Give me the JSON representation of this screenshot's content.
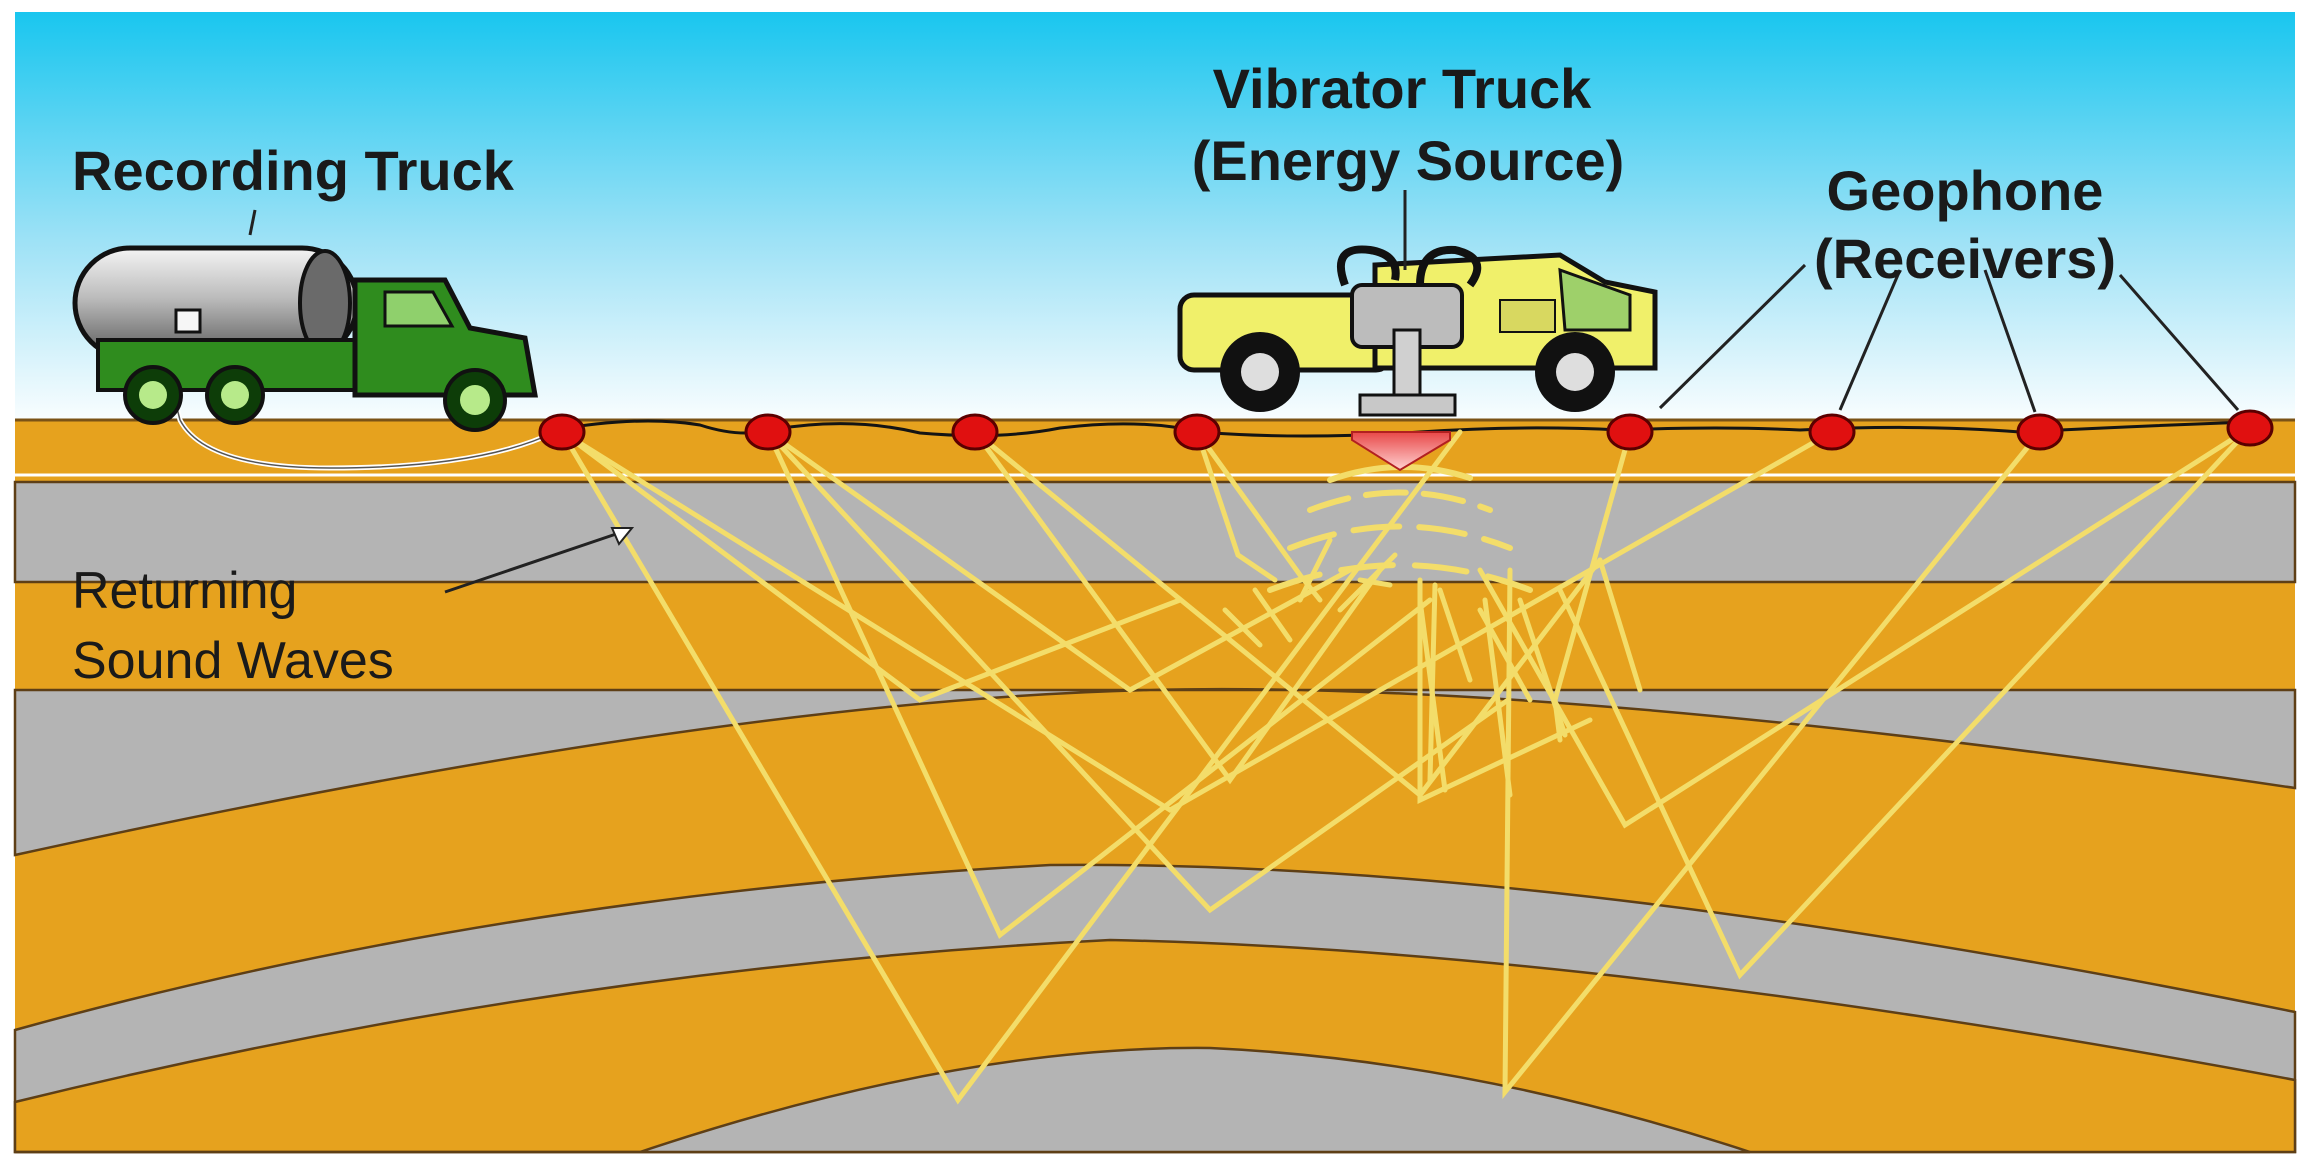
{
  "labels": {
    "recording_truck": "Recording Truck",
    "vibrator_truck_line1": "Vibrator Truck",
    "vibrator_truck_line2": "(Energy Source)",
    "geophone_line1": "Geophone",
    "geophone_line2": "(Receivers)",
    "returning_line1": "Returning",
    "returning_line2": "Sound Waves"
  },
  "colors": {
    "sky_top": "#19c6ef",
    "sky_bottom": "#ffffff",
    "orange_layer": "#e6a21e",
    "gray_layer": "#b4b4b4",
    "ray": "#f3dd6a",
    "geophone": "#e01010",
    "recording_truck_cab": "#2f8c1e",
    "vibrator_truck_body": "#f0f06a",
    "energy_arrow": "#e84848"
  },
  "icons": {
    "recording_truck": "recording-truck-icon",
    "vibrator_truck": "vibrator-truck-icon",
    "geophone": "geophone-icon",
    "energy_arrow": "down-arrow-icon"
  }
}
